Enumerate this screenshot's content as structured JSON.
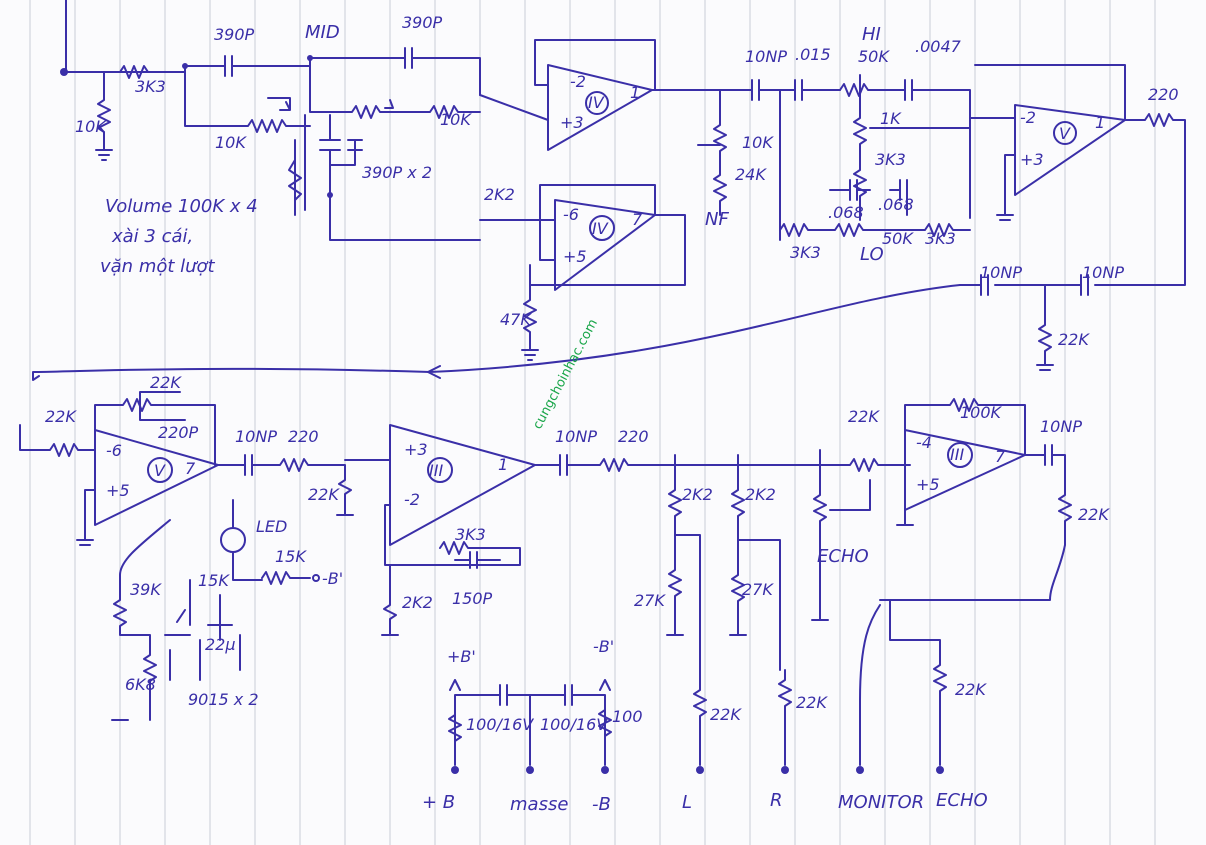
{
  "labels": {
    "c390p_1": "390P",
    "mid": "MID",
    "c390p_2": "390P",
    "r3k3_in": "3K3",
    "r10k_in": "10K",
    "r10k_a": "10K",
    "r10k_b": "10K",
    "c390px2": "390P x 2",
    "r2k2_a": "2K2",
    "r47k": "47K",
    "c10np_1": "10NP",
    "c015": ".015",
    "hi": "HI",
    "r50k_hi": "50K",
    "c0047": ".0047",
    "r1k": "1K",
    "r3k3_mid": "3K3",
    "c068_a": ".068",
    "c068_b": ".068",
    "r3k3_l": "3K3",
    "lo": "LO",
    "r50k_lo": "50K",
    "r3k3_r": "3K3",
    "r10k_nf": "10K",
    "r24k": "24K",
    "nf": "NF",
    "r220_top": "220",
    "c10np_2": "10NP",
    "c10np_3": "10NP",
    "r22k_mid": "22K",
    "note1": "Volume 100K x 4",
    "note2": "xài 3 cái,",
    "note3": "vặn một lượt",
    "r22k_fb": "22K",
    "c220p": "220P",
    "r22k_in": "22K",
    "c10np_4": "10NP",
    "r220_b": "220",
    "r22k_b": "22K",
    "led": "LED",
    "r15k_a": "15K",
    "minus_b": "-B'",
    "r15k_b": "15K",
    "r39k": "39K",
    "c22u": "22μ",
    "r6k8": "6K8",
    "q9015": "9015 x 2",
    "r3k3_fb": "3K3",
    "c150p": "150P",
    "r2k2_b": "2K2",
    "c10np_5": "10NP",
    "r220_c": "220",
    "r2k2_L": "2K2",
    "r2k2_R": "2K2",
    "r27k_L": "27K",
    "r27k_R": "27K",
    "echo_pot": "ECHO",
    "r22k_echo_in": "22K",
    "r100k": "100K",
    "c10np_6": "10NP",
    "r22k_out": "22K",
    "plus_b": "+B'",
    "minus_b2": "-B'",
    "c100_16v_a": "100/16V",
    "c100_16v_b": "100/16V",
    "r100": "100",
    "r22k_L": "22K",
    "r22k_R": "22K",
    "r22k_e": "22K",
    "op_iv_a": "IV",
    "op_iv_b": "IV",
    "op_v_a": "V",
    "op_v_b": "V",
    "op_iii_a": "III",
    "op_iii_b": "III"
  },
  "terminals": [
    "+ B",
    "masse",
    "-B",
    "L",
    "R",
    "MONITOR",
    "ECHO"
  ],
  "watermark": "cungchoinhac.com"
}
